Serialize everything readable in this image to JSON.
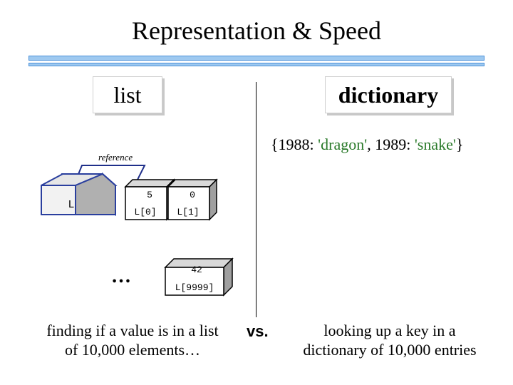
{
  "title": "Representation & Speed",
  "headers": {
    "list": "list",
    "dictionary": "dictionary"
  },
  "dict_literal": {
    "open": "{1988: ",
    "v1": "'dragon'",
    "mid": ", 1989: ",
    "v2": "'snake'",
    "close": "}"
  },
  "list_diagram": {
    "reference_label": "reference",
    "var_name": "L",
    "cells": [
      {
        "value": "5",
        "label": "L[0]"
      },
      {
        "value": "0",
        "label": "L[1]"
      },
      {
        "value": "42",
        "label": "L[9999]"
      }
    ],
    "ellipsis": "…"
  },
  "captions": {
    "left_line1": "finding if a value is in a list",
    "left_line2": "of 10,000 elements…",
    "vs": "vs.",
    "right_line1": "looking up a key in a",
    "right_line2": "dictionary of 10,000 entries"
  },
  "colors": {
    "rule_fill": "#9ec9f0",
    "rule_border": "#4a90d9",
    "box_front": "#ffffff",
    "box_top": "#d9d9d9",
    "box_side": "#a0a0a0",
    "var_box_front": "#f2f2f2",
    "var_box_border": "#2a3f9e",
    "string_color": "#2a7a2a"
  }
}
